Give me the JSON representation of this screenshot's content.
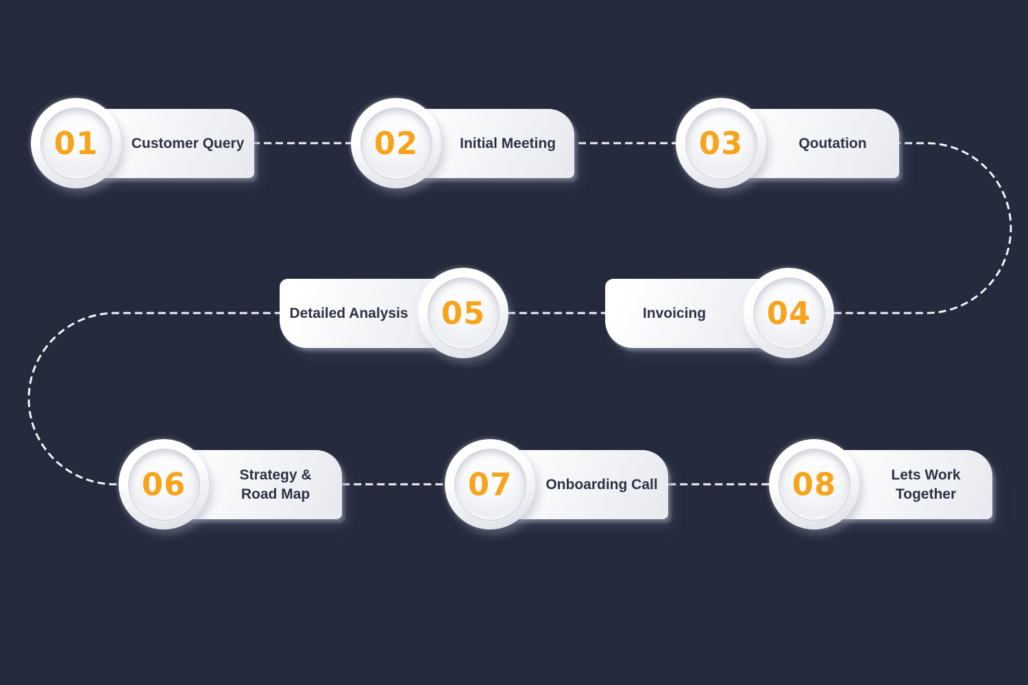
{
  "palette": {
    "background": "#252a3c",
    "accent_orange": "#f7a41d",
    "label_text": "#2d3144",
    "card_white": "#ffffff",
    "card_shade": "#e7e9ee",
    "connector_line": "#f2f4f8"
  },
  "connector": {
    "style": "dashed",
    "description": "serpentine dashed path linking step 01 through step 08"
  },
  "steps": [
    {
      "number": "01",
      "label": "Customer Query"
    },
    {
      "number": "02",
      "label": "Initial Meeting"
    },
    {
      "number": "03",
      "label": "Qoutation"
    },
    {
      "number": "04",
      "label": "Invoicing"
    },
    {
      "number": "05",
      "label": "Detailed Analysis"
    },
    {
      "number": "06",
      "label": "Strategy & Road Map"
    },
    {
      "number": "07",
      "label": "Onboarding Call"
    },
    {
      "number": "08",
      "label": "Lets Work Together"
    }
  ]
}
